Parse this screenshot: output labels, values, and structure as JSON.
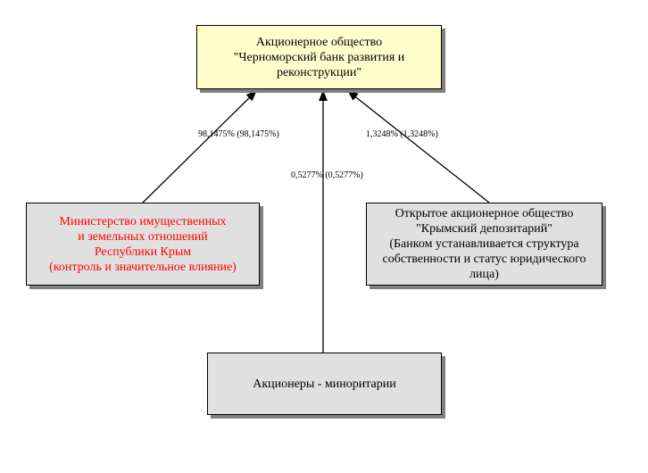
{
  "nodes": {
    "bank": {
      "label": "Акционерное общество\n\"Черноморский банк развития и\nреконструкции\""
    },
    "ministry": {
      "label": "Министерство имущественных\nи земельных отношений\nРеспублики Крым\n(контроль и значительное влияние)"
    },
    "depository": {
      "label": "Открытое акционерное общество\n\"Крымский депозитарий\"\n(Банком устанавливается структура\nсобственности и статус юридического\nлица)"
    },
    "minority": {
      "label": "Акционеры - миноритарии"
    }
  },
  "edges": {
    "ministry_to_bank": {
      "label": "98,1475%  (98,1475%)"
    },
    "minority_to_bank": {
      "label": "0,5277%  (0,5277%)"
    },
    "depository_to_bank": {
      "label": "1,3248%  (1,3248%)"
    }
  },
  "colors": {
    "bank_fill": "#ffffcc",
    "node_fill": "#e0e0e0",
    "ministry_text": "#ff0000",
    "shadow": "#808080"
  }
}
